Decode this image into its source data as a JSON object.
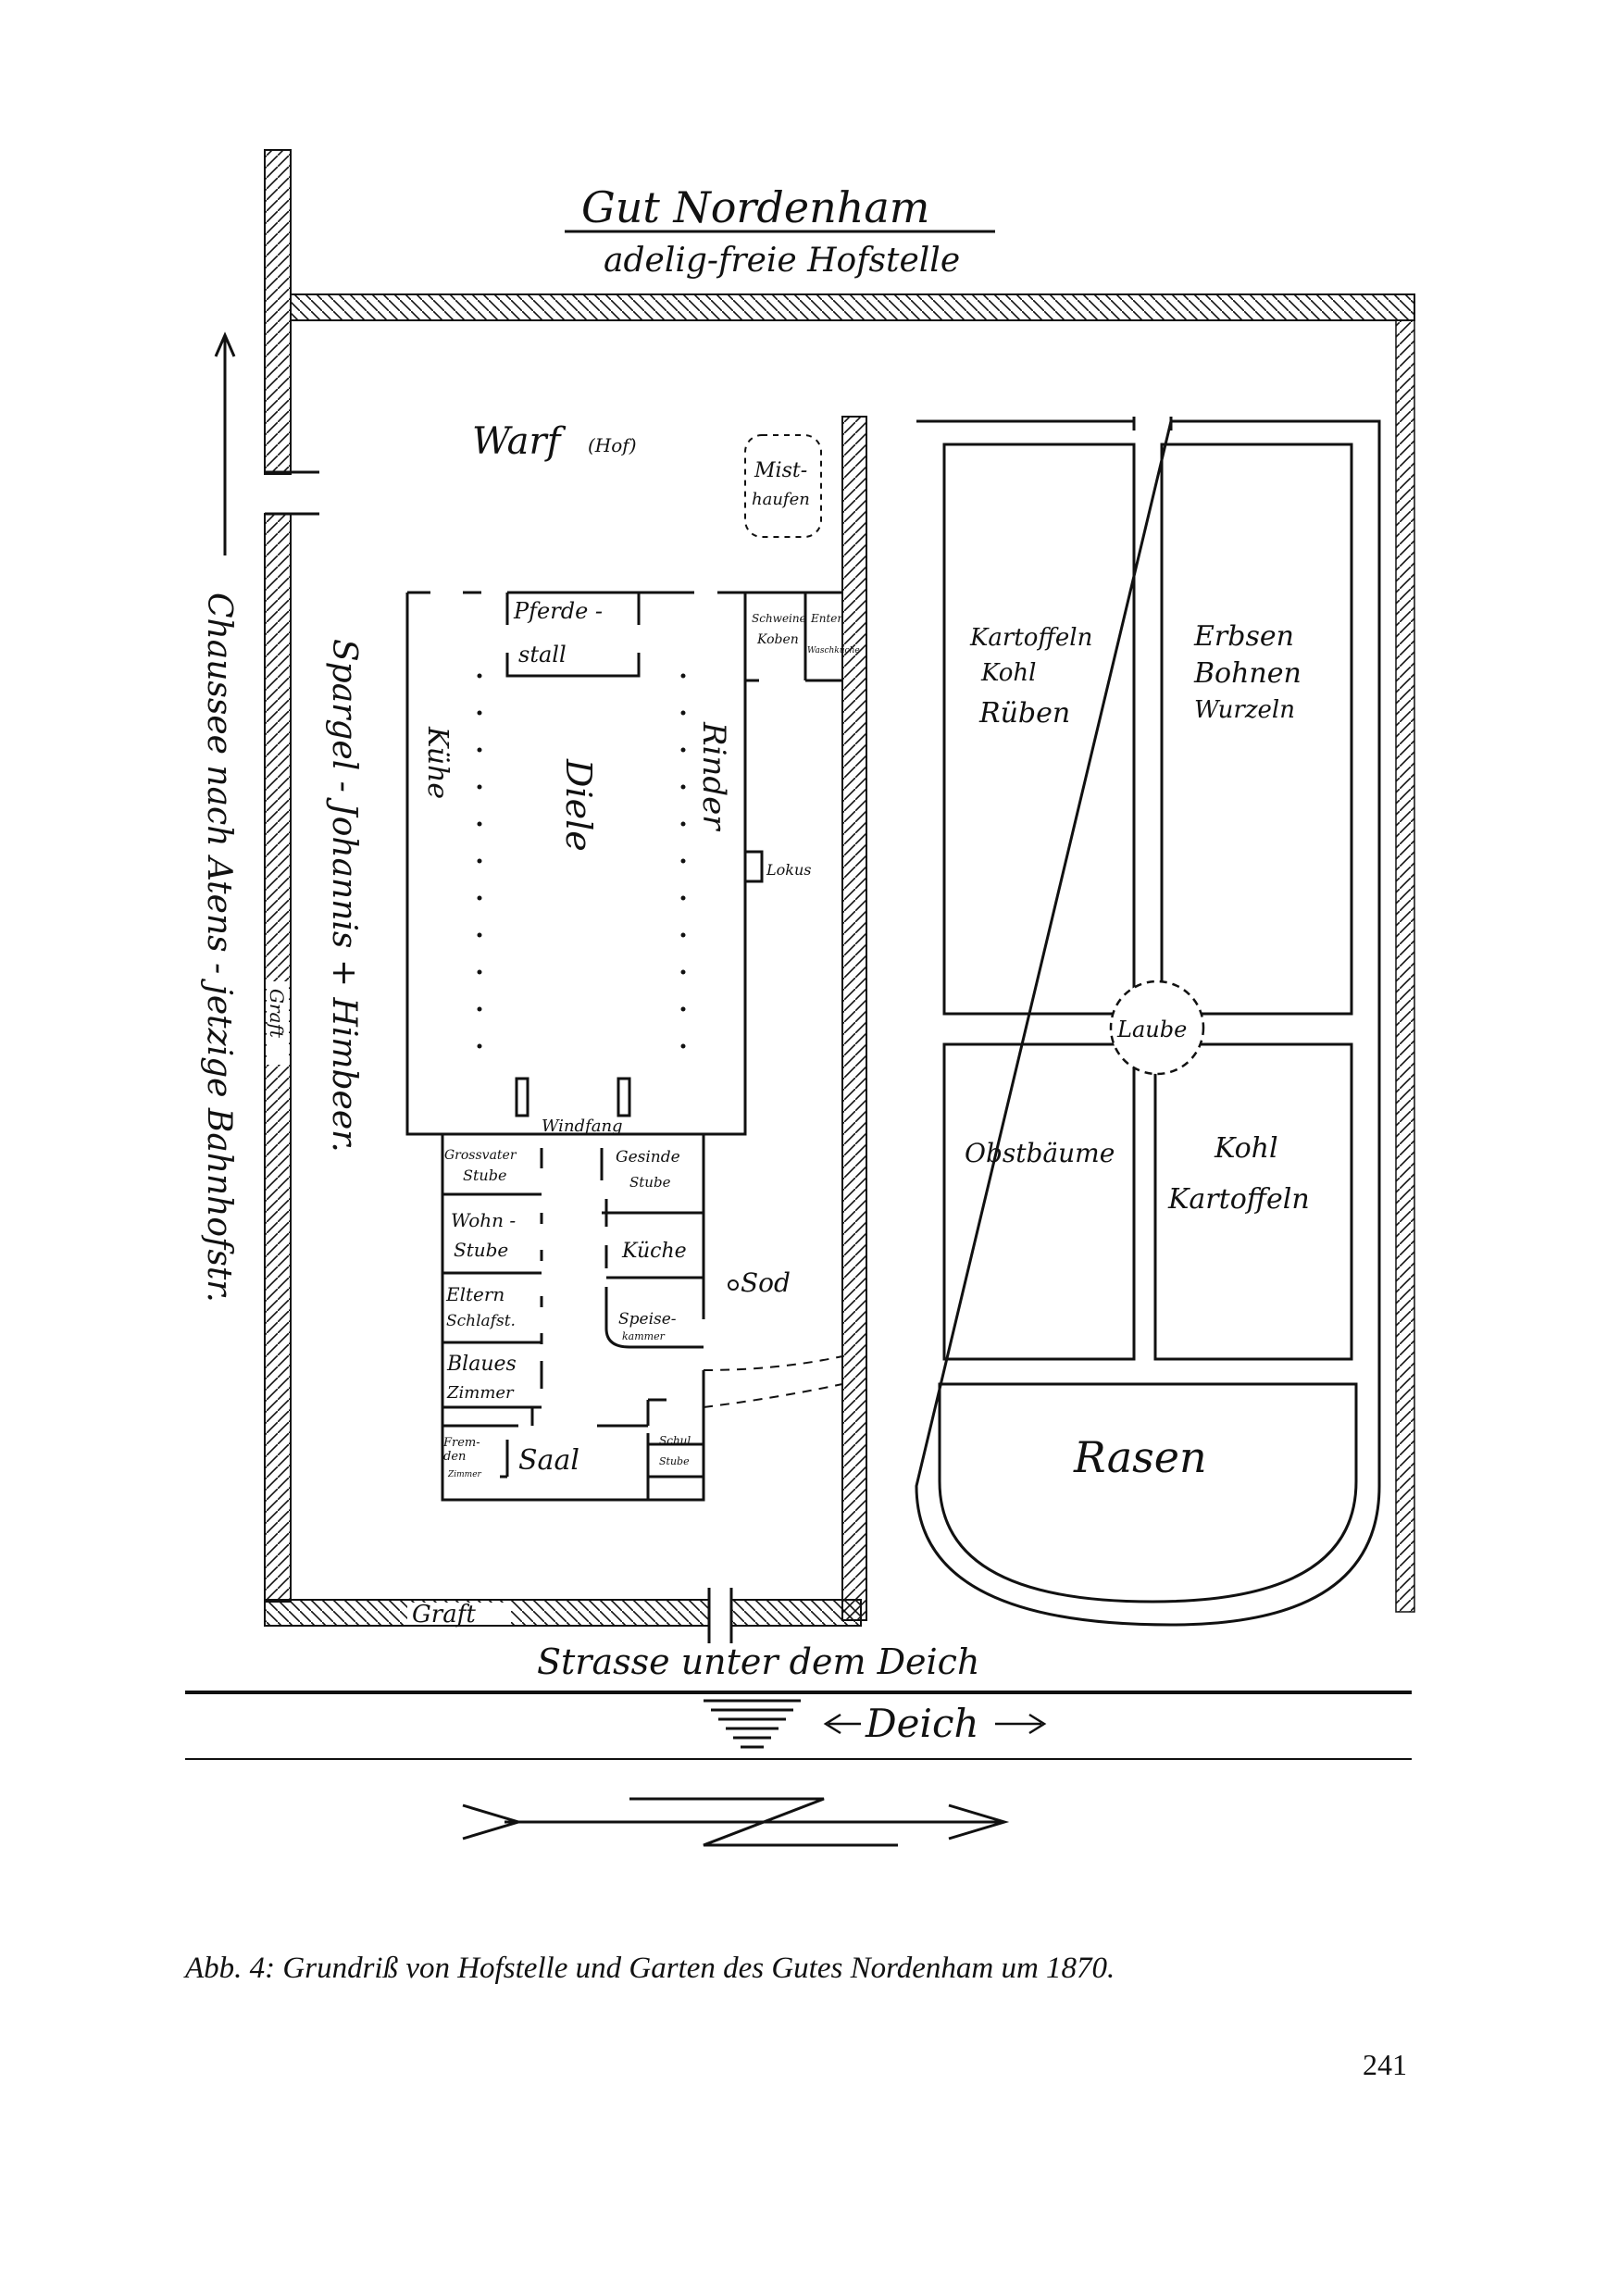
{
  "plan": {
    "title": "Gut Nordenham",
    "subtitle": "adelig-freie Hofstelle",
    "labels": {
      "warf": "Warf",
      "warf_note": "(Hof)",
      "mist1": "Mist-",
      "mist2": "haufen",
      "pferde1": "Pferde -",
      "pferde2": "stall",
      "schweine": "Schweine",
      "koben": "Koben",
      "enten": "Enten",
      "waschkueche": "Waschküche",
      "kuehe": "Kühe",
      "diele": "Diele",
      "rinder": "Rinder",
      "lokus": "Lokus",
      "spargel": "Spargel - Johannis + Himbeer.",
      "chaussee": "Chaussee nach Atens - jetzige Bahnhofstr.",
      "graft_side": "Graft",
      "graft_bottom": "Graft",
      "windfang": "Windfang",
      "grossvater1": "Grossvater",
      "grossvater2": "Stube",
      "gesinde1": "Gesinde",
      "gesinde2": "Stube",
      "wohn1": "Wohn -",
      "wohn2": "Stube",
      "kueche": "Küche",
      "eltern1": "Eltern",
      "eltern2": "Schlafst.",
      "speise1": "Speise-",
      "speise2": "kammer",
      "blaues1": "Blaues",
      "blaues2": "Zimmer",
      "sod": "Sod",
      "fremden1": "Frem-",
      "fremden2": "den",
      "fremden3": "Zimmer",
      "saal": "Saal",
      "schul1": "Schul",
      "schul2": "Stube",
      "beet1_1": "Kartoffeln",
      "beet1_2": "Kohl",
      "beet1_3": "Rüben",
      "beet2_1": "Erbsen",
      "beet2_2": "Bohnen",
      "beet2_3": "Wurzeln",
      "laube": "Laube",
      "obst": "Obstbäume",
      "beet4_1": "Kohl",
      "beet4_2": "Kartoffeln",
      "rasen": "Rasen",
      "strasse": "Strasse unter dem Deich",
      "deich": "Deich"
    },
    "colors": {
      "ink": "#111111",
      "paper": "#ffffff"
    }
  },
  "caption": "Abb. 4: Grundriß von Hofstelle und Garten des Gutes Nordenham um 1870.",
  "page_number": "241"
}
